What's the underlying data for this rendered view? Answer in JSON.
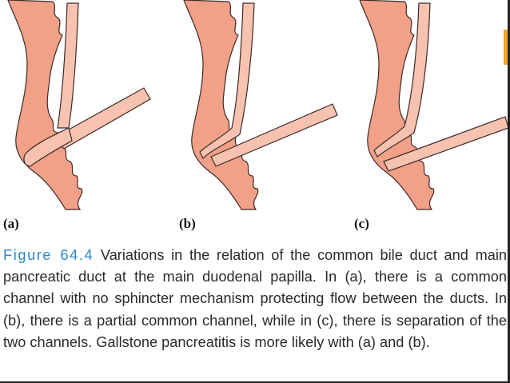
{
  "figure": {
    "panel_labels": [
      "(a)",
      "(b)",
      "(c)"
    ],
    "caption_lead": "Figure 64.4",
    "caption_body": " Variations in the relation of the common bile duct and main pancreatic duct at the main duodenal papilla. In (a), there is a common channel with no sphincter mechanism protecting flow between the ducts. In (b), there is a partial common channel, while in (c), there is separation of the two channels. Gallstone pancreatitis is more likely with (a) and (b).",
    "colors": {
      "tissue": "#f2a088",
      "duct": "#f7c2b0",
      "outline": "#3a2a28",
      "figure_number": "#2e86c8"
    }
  }
}
